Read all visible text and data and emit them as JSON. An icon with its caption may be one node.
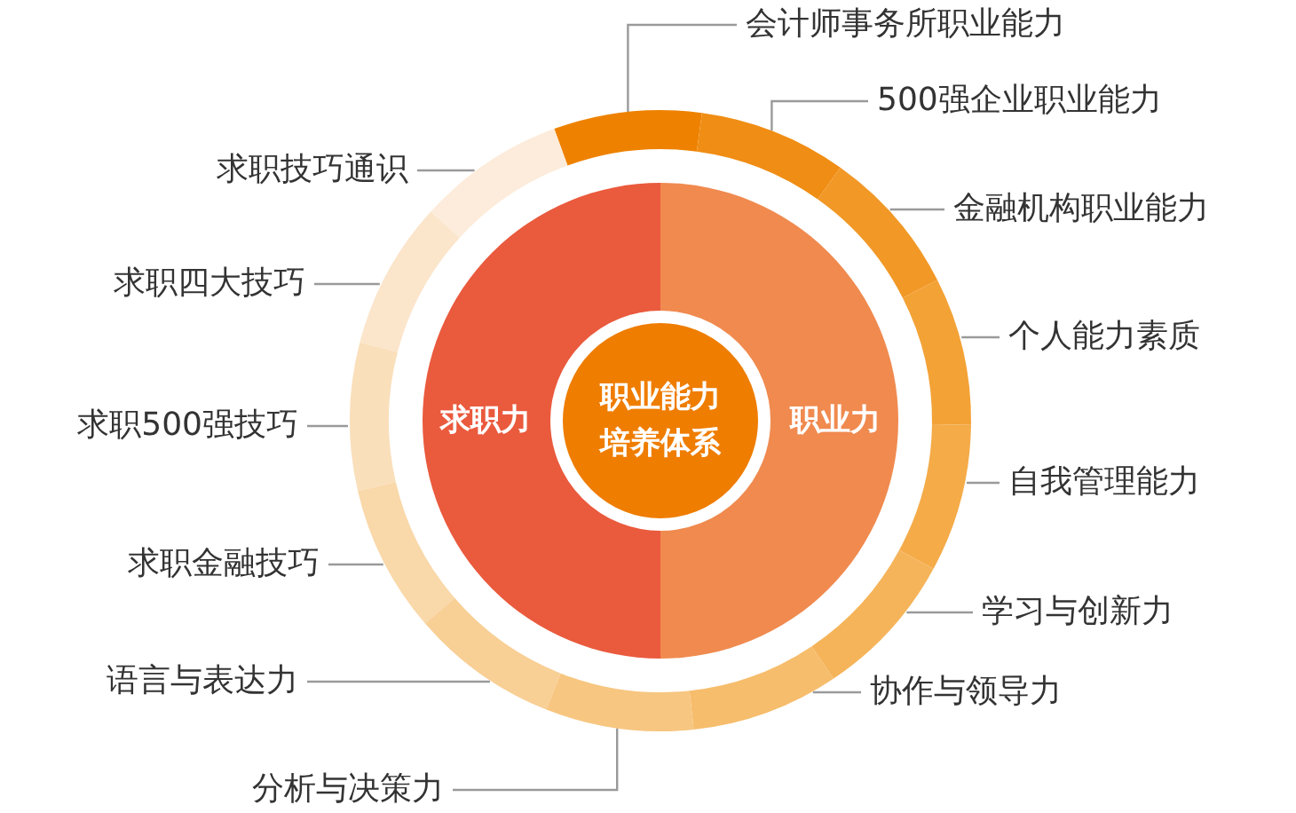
{
  "diagram": {
    "nodes": [
      {
        "text": [
          "职业能力培养体系"
        ]
      },
      {
        "text": [
          "求职力"
        ]
      },
      {
        "text": [
          "职业力"
        ]
      },
      {
        "text": [
          "会计师事务所职业能力"
        ]
      },
      {
        "text": [
          "500强企业职业能力"
        ]
      },
      {
        "text": [
          "金融机构职业能力"
        ]
      },
      {
        "text": [
          "个人能力素质"
        ]
      },
      {
        "text": [
          "自我管理能力"
        ]
      },
      {
        "text": [
          "学习与创新力"
        ]
      },
      {
        "text": [
          "协作与领导力"
        ]
      },
      {
        "text": [
          "分析与决策力"
        ]
      },
      {
        "text": [
          "语言与表达力"
        ]
      },
      {
        "text": [
          "求职金融技巧"
        ]
      },
      {
        "text": [
          "求职500强技巧"
        ]
      },
      {
        "text": [
          "求职四大技巧"
        ]
      },
      {
        "text": [
          "求职技巧通识"
        ]
      },
      {
        "text": [],
        "shape": "arc"
      },
      {
        "text": [],
        "shape": "arc"
      },
      {
        "text": [],
        "shape": "arc"
      },
      {
        "text": [],
        "shape": "arc"
      },
      {
        "text": [],
        "shape": "arc"
      },
      {
        "text": [],
        "shape": "arc"
      },
      {
        "text": [],
        "shape": "arc"
      },
      {
        "text": [],
        "shape": "arc"
      },
      {
        "text": [],
        "shape": "arc"
      },
      {
        "text": [],
        "shape": "arc"
      },
      {
        "text": [],
        "shape": "arc"
      },
      {
        "text": [],
        "shape": "arc"
      },
      {
        "text": [],
        "shape": "arc"
      }
    ],
    "edges": [
      {
        "from": 3,
        "to": 16,
        "arrow": "none"
      },
      {
        "from": 4,
        "to": 17,
        "arrow": "none"
      },
      {
        "from": 5,
        "to": 19,
        "arrow": "none"
      },
      {
        "from": 6,
        "to": 21,
        "arrow": "none"
      },
      {
        "from": 7,
        "to": 23,
        "arrow": "none"
      },
      {
        "from": 8,
        "to": 25,
        "arrow": "none"
      },
      {
        "from": 9,
        "to": 27,
        "arrow": "none"
      },
      {
        "from": 10,
        "to": 28,
        "arrow": "none"
      },
      {
        "from": 11,
        "to": 26,
        "arrow": "none"
      },
      {
        "from": 12,
        "to": 24,
        "arrow": "none"
      },
      {
        "from": 13,
        "to": 22,
        "arrow": "none"
      },
      {
        "from": 14,
        "to": 20,
        "arrow": "none"
      },
      {
        "from": 15,
        "to": 18,
        "arrow": "none"
      }
    ]
  }
}
